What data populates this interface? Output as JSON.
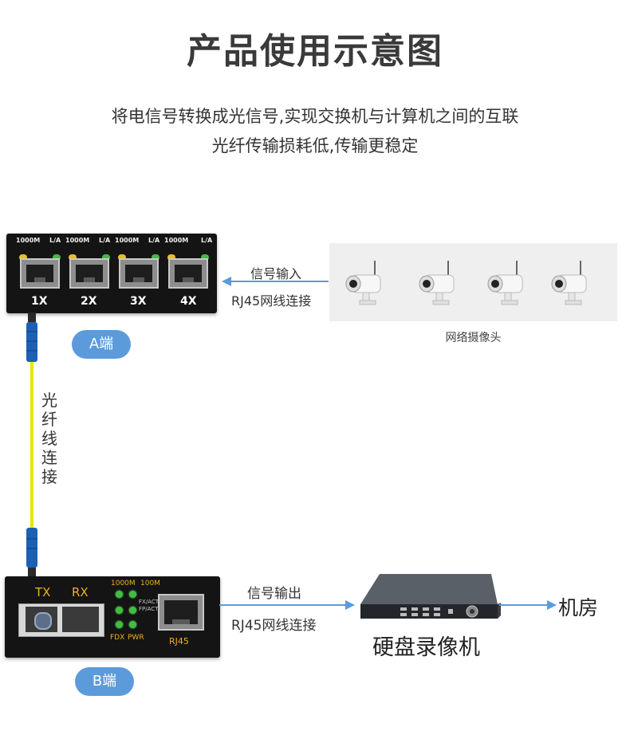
{
  "title": "产品使用示意图",
  "subtitle_line1": "将电信号转换成光信号,实现交换机与计算机之间的互联",
  "subtitle_line2": "光纤传输损耗低,传输更稳定",
  "switch_a": {
    "top_labels": [
      "1000M",
      "L/A",
      "1000M",
      "L/A",
      "1000M",
      "L/A",
      "1000M",
      "L/A"
    ],
    "ports": [
      "1X",
      "2X",
      "3X",
      "4X"
    ]
  },
  "input_arrow": {
    "top_label": "信号输入",
    "bottom_label": "RJ45网线连接"
  },
  "cameras_caption": "网络摄像头",
  "end_a": "A端",
  "fiber_label": [
    "光",
    "纤",
    "线",
    "连",
    "接"
  ],
  "converter_b": {
    "tx": "TX",
    "rx": "RX",
    "speed_1000": "1000M",
    "speed_100": "100M",
    "fx_act": "FX/ACT",
    "fp_act": "FP/ACT",
    "fdx": "FDX",
    "pwr": "PWR",
    "rj45": "RJ45"
  },
  "output_arrow": {
    "top_label": "信号输出",
    "bottom_label": "RJ45网线连接"
  },
  "nvr_label": "硬盘录像机",
  "room_label": "机房",
  "end_b": "B端",
  "colors": {
    "arrow": "#5b9bdc",
    "badge": "#5b9bdc",
    "fiber_yellow": "#e8e600",
    "connector_blue": "#1d5fb3"
  }
}
